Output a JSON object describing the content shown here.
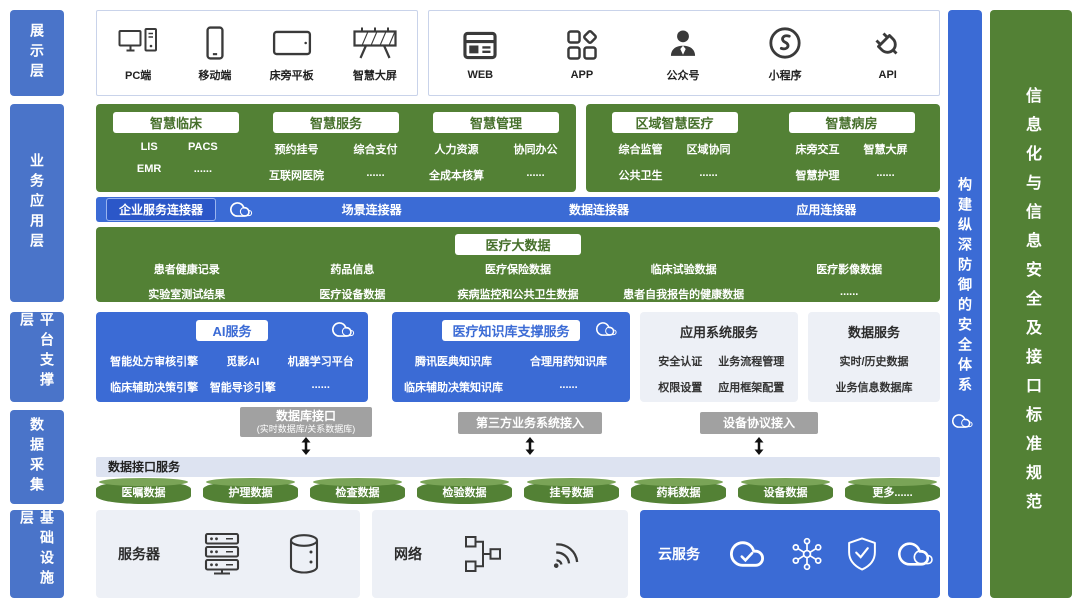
{
  "colors": {
    "green": "#538135",
    "blue": "#3b6bd5",
    "label_blue": "#4a74c9",
    "gray_chip": "#a1a1a1"
  },
  "left_layers": [
    "展示层",
    "业务应用层",
    "平台支撑层",
    "数据采集",
    "基础设施层"
  ],
  "display": {
    "group1": [
      {
        "icon": "pc-icon",
        "label": "PC端"
      },
      {
        "icon": "mobile-icon",
        "label": "移动端"
      },
      {
        "icon": "tablet-icon",
        "label": "床旁平板"
      },
      {
        "icon": "bigscreen-icon",
        "label": "智慧大屏"
      }
    ],
    "group2": [
      {
        "icon": "web-icon",
        "label": "WEB"
      },
      {
        "icon": "app-icon",
        "label": "APP"
      },
      {
        "icon": "official-account-icon",
        "label": "公众号"
      },
      {
        "icon": "mini-program-icon",
        "label": "小程序"
      },
      {
        "icon": "api-icon",
        "label": "API"
      }
    ]
  },
  "business": {
    "groups_a": [
      {
        "title": "智慧临床",
        "items": [
          "LIS",
          "PACS",
          "EMR",
          "......"
        ]
      },
      {
        "title": "智慧服务",
        "items": [
          "预约挂号",
          "综合支付",
          "互联网医院",
          "......"
        ]
      },
      {
        "title": "智慧管理",
        "items": [
          "人力资源",
          "协同办公",
          "全成本核算",
          "......"
        ]
      }
    ],
    "groups_b": [
      {
        "title": "区域智慧医疗",
        "items": [
          "综合监管",
          "区域协同",
          "公共卫生",
          "......"
        ]
      },
      {
        "title": "智慧病房",
        "items": [
          "床旁交互",
          "智慧大屏",
          "智慧护理",
          "......"
        ]
      }
    ],
    "connector": {
      "primary": "企业服务连接器",
      "labels": [
        "场景连接器",
        "数据连接器",
        "应用连接器"
      ]
    },
    "bigdata": {
      "title": "医疗大数据",
      "items": [
        "患者健康记录",
        "药品信息",
        "医疗保险数据",
        "临床试验数据",
        "医疗影像数据",
        "实验室测试结果",
        "医疗设备数据",
        "疾病监控和公共卫生数据",
        "患者自我报告的健康数据",
        "......"
      ]
    }
  },
  "platform": {
    "ai": {
      "title": "AI服务",
      "items": [
        "智能处方审核引擎",
        "觅影AI",
        "机器学习平台",
        "临床辅助决策引擎",
        "智能导诊引擎",
        "......"
      ]
    },
    "knowledge": {
      "title": "医疗知识库支撑服务",
      "items": [
        "腾讯医典知识库",
        "合理用药知识库",
        "临床辅助决策知识库",
        "......"
      ]
    },
    "appsys": {
      "title": "应用系统服务",
      "items": [
        "安全认证",
        "业务流程管理",
        "权限设置",
        "应用框架配置"
      ]
    },
    "dataservice": {
      "title": "数据服务",
      "items": [
        "实时/历史数据",
        "业务信息数据库"
      ]
    }
  },
  "collection": {
    "interfaces": [
      {
        "label": "数据库接口",
        "sub": "(实时数据库/关系数据库)"
      },
      {
        "label": "第三方业务系统接入"
      },
      {
        "label": "设备协议接入"
      }
    ],
    "service_bar": "数据接口服务",
    "databases": [
      "医嘱数据",
      "护理数据",
      "检查数据",
      "检验数据",
      "挂号数据",
      "药耗数据",
      "设备数据",
      "更多......"
    ]
  },
  "infrastructure": {
    "server": "服务器",
    "network": "网络",
    "cloud": "云服务"
  },
  "right_bars": {
    "security": "构建纵深防御的安全体系",
    "standards": "信息化与信息安全及接口标准规范"
  }
}
